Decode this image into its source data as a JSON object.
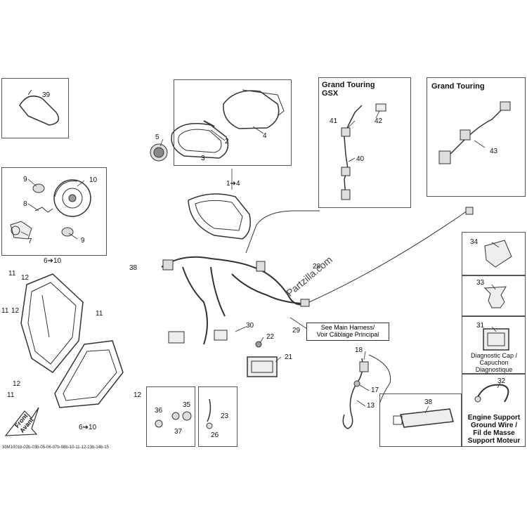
{
  "headers": {
    "gt_gsx": "Grand Touring\nGSX",
    "gt": "Grand Touring"
  },
  "labels": {
    "p39": "39",
    "p5": "5",
    "p2": "2",
    "p3": "3",
    "p4": "4",
    "p1_4": "1➔4",
    "p9a": "9",
    "p10": "10",
    "p8": "8",
    "p7": "7",
    "p9b": "9",
    "p6_10a": "6➔10",
    "p41": "41",
    "p42": "42",
    "p40": "40",
    "p43": "43",
    "p38b": "38",
    "p28": "28",
    "p11a": "11",
    "p12a": "12",
    "p11b": "11",
    "p12b": "12",
    "p11c": "11",
    "p30": "30",
    "p22": "22",
    "p21": "21",
    "p29": "29",
    "p18": "18",
    "p17": "17",
    "p13": "13",
    "p12c": "12",
    "p11d": "11",
    "p12d": "12",
    "p6_10b": "6➔10",
    "p36": "36",
    "p35": "35",
    "p37": "37",
    "p23": "23",
    "p26": "26",
    "p34": "34",
    "p33": "33",
    "p31": "31",
    "p32": "32",
    "p38": "38"
  },
  "callouts": {
    "main_harness": "See Main Harness/\nVoir Câblage Principal"
  },
  "captions": {
    "diag_cap": "Diagnostic Cap /\nCapuchon\nDiagnostique",
    "ground": "Engine Support\nGround Wire /\nFil de Masse\nSupport Moteur"
  },
  "front_arrow": "Front\nAvant",
  "watermark": "Partzilla.com",
  "footer": "33M1001b-02b-03b-05-06-07b-08b-10-11-12-13b-14b-15"
}
